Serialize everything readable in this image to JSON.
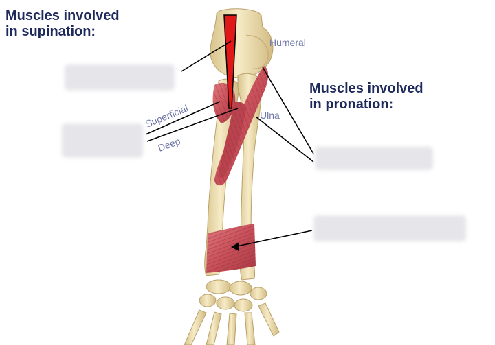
{
  "headings": {
    "supination": {
      "line1": "Muscles involved",
      "line2": "in supination:"
    },
    "pronation": {
      "line1": "Muscles involved",
      "line2": "in pronation:"
    }
  },
  "labels": {
    "humeral": "Humeral",
    "superficial": "Superficial",
    "deep": "Deep",
    "ulna": "Ulna"
  },
  "colors": {
    "heading": "#1f2a5c",
    "label": "#6e76a8",
    "muscle": "#c8505a",
    "bone": "#f0e2b4",
    "marker": "#e01818"
  }
}
